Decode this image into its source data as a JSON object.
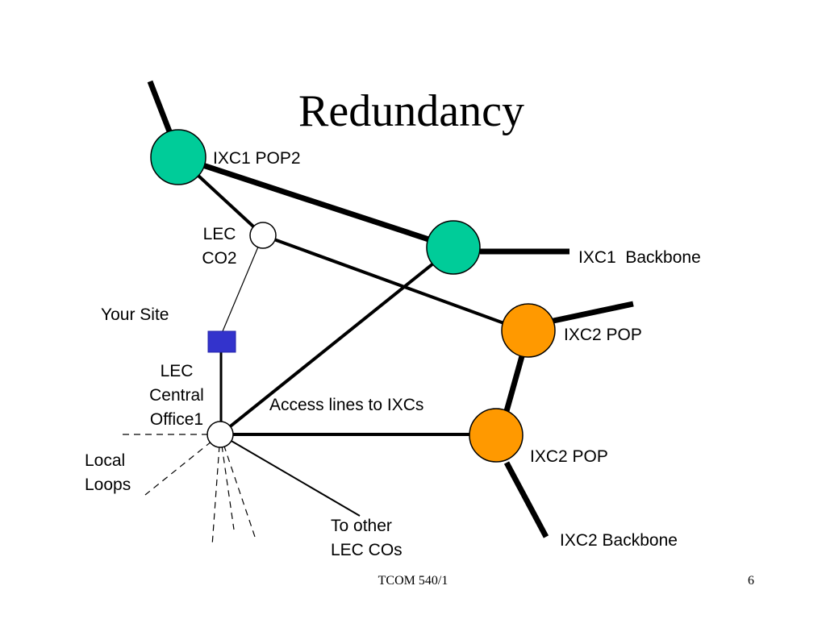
{
  "slide": {
    "title": "Redundancy",
    "footer_center": "TCOM 540/1",
    "page_number": "6"
  },
  "diagram": {
    "colors": {
      "ixc1_node": "#00CC99",
      "ixc2_node": "#FF9900",
      "site": "#3333CC",
      "co_node": "#FFFFFF",
      "line": "#000000"
    },
    "labels": {
      "ixc1_pop2": "IXC1 POP2",
      "lec_co2": [
        "LEC",
        "CO2"
      ],
      "ixc1_backbone": "IXC1  Backbone",
      "your_site": "Your Site",
      "ixc2_pop_upper": "IXC2 POP",
      "lec_central_office1": [
        "LEC",
        "Central",
        "Office1"
      ],
      "access_lines": "Access lines to IXCs",
      "local_loops": [
        "Local",
        "Loops"
      ],
      "ixc2_pop_lower": "IXC2 POP",
      "to_other_lec_cos": [
        "To other",
        "LEC COs"
      ],
      "ixc2_backbone": "IXC2 Backbone"
    }
  }
}
